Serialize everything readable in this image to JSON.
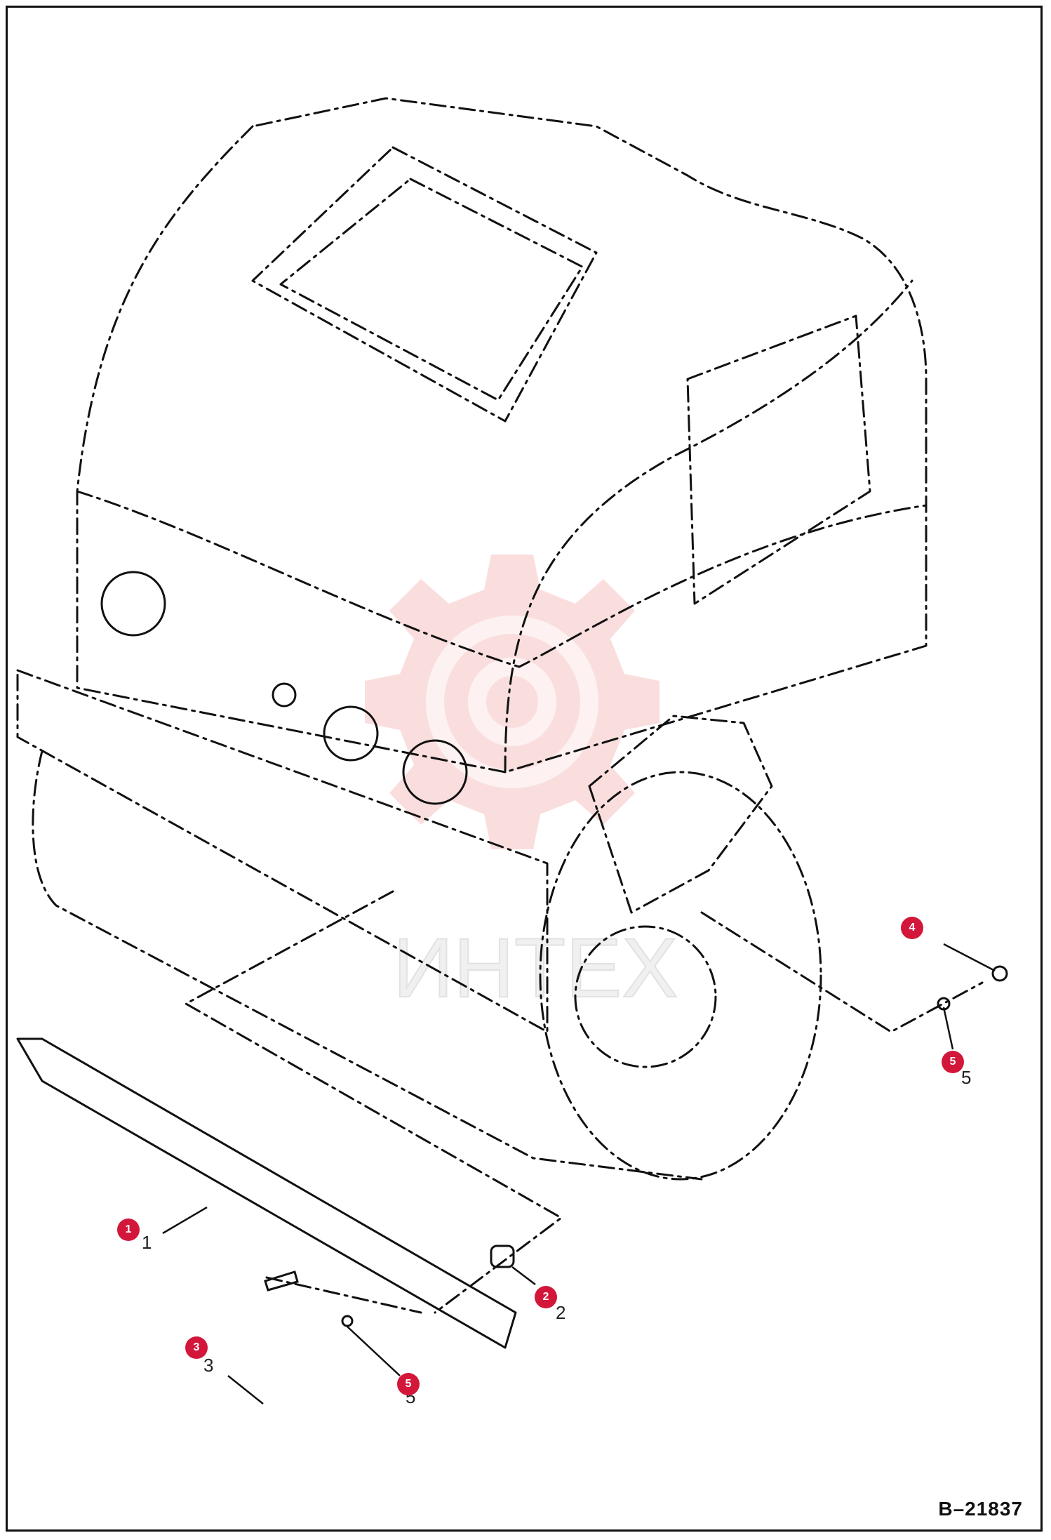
{
  "figure": {
    "id": "B–21837"
  },
  "callouts": [
    {
      "label": "1"
    },
    {
      "label": "2"
    },
    {
      "label": "3"
    },
    {
      "label": "4"
    },
    {
      "label": "5"
    },
    {
      "label": "5"
    }
  ],
  "drawn_numbers": [
    "1",
    "2",
    "3",
    "5",
    "5"
  ],
  "colors": {
    "callout": "#d2173a",
    "line": "#111111",
    "watermark": "#f4b6b6"
  },
  "watermark": {
    "text": "ИНТЕХ"
  }
}
